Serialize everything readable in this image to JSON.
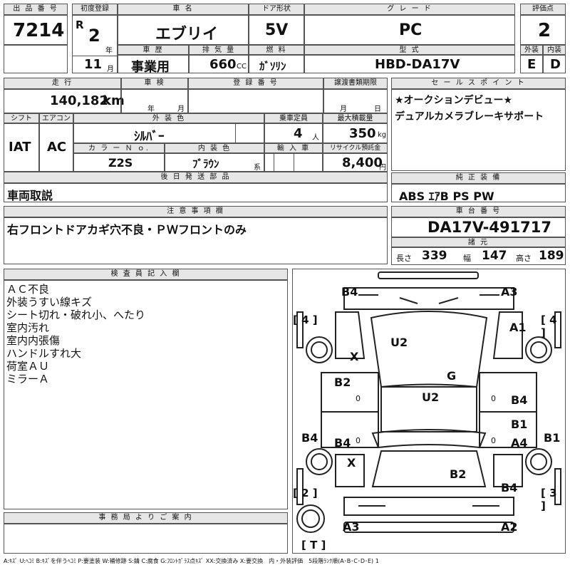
{
  "header": {
    "lot_label": "出 品 番 号",
    "lot_no": "7214",
    "first_reg_label": "初度登録",
    "era": "R",
    "year": "2",
    "year_unit": "年",
    "month": "11",
    "month_unit": "月",
    "name_label": "車 名",
    "car_name": "エブリイ",
    "door_label": "ドア形状",
    "door": "5V",
    "grade_label": "グ レ ー ド",
    "grade": "PC",
    "score_label": "評価点",
    "score": "2",
    "history_label": "車 歴",
    "history": "事業用",
    "disp_label": "排 気 量",
    "disp": "660",
    "disp_unit": "CC",
    "fuel_label": "燃 料",
    "fuel": "ｶﾞｿﾘﾝ",
    "model_label": "型 式",
    "model": "HBD-DA17V",
    "ext_label": "外装",
    "ext": "E",
    "int_label": "内装",
    "int": "D"
  },
  "row2": {
    "mileage_label": "走 行",
    "mileage": "140,182",
    "mileage_unit": "km",
    "inspection_label": "車 検",
    "insp_year_unit": "年",
    "insp_month_unit": "月",
    "reg_label": "登 録 番 号",
    "transfer_label": "譲渡書類期限",
    "transfer_month_unit": "月",
    "transfer_day_unit": "日",
    "sales_label": "セ ー ル ス ポ イ ン ト",
    "sales_points": [
      "★オークションデビュー★",
      "デュアルカメラブレーキサポート"
    ]
  },
  "row3": {
    "shift_label": "シフト",
    "shift": "IAT",
    "ac_label": "エアコン",
    "ac": "AC",
    "color_label": "外 装 色",
    "color": "ｼﾙﾊﾞｰ",
    "seats_label": "乗車定員",
    "seats": "4",
    "seats_unit": "人",
    "load_label": "最大積載量",
    "load": "350",
    "load_unit": "kg",
    "color_no_label": "カ ラ ー Ｎ ｏ.",
    "color_no": "Z2S",
    "int_color_label": "内 装 色",
    "int_color": "ﾌﾞﾗｳﾝ",
    "int_color_unit": "系",
    "import_label": "輸 入 車",
    "recycle_label": "リサイクル預託金",
    "recycle": "8,400",
    "recycle_unit": "円"
  },
  "parts": {
    "label": "後 日 発 送 部 品",
    "value": "車両取説"
  },
  "equipment": {
    "label": "純 正 装 備",
    "value": "ABS ｴｱB PS PW"
  },
  "notes": {
    "label": "注 意 事 項 欄",
    "value": "右フロントドアカギ穴不良・ＰＷフロントのみ"
  },
  "chassis": {
    "label": "車 台 番 号",
    "value": "DA17V-491717",
    "dims_label": "諸 元",
    "length_label": "長さ",
    "length": "339",
    "width_label": "幅",
    "width": "147",
    "height_label": "高さ",
    "height": "189"
  },
  "inspector": {
    "label": "検 査 員 記 入 欄",
    "lines": [
      "ＡＣ不良",
      "外装うすい線キズ",
      "シート切れ・破れ小、へたり",
      "室内汚れ",
      "室内内張傷",
      "ハンドルすれ大",
      "荷室ＡＵ",
      "ミラーＡ"
    ]
  },
  "office": {
    "label": "事 務 局 よ り ご 案 内"
  },
  "diagram": {
    "marks": [
      "B4",
      "A3",
      "A1",
      "X",
      "U2",
      "G",
      "B2",
      "U2",
      "B4",
      "B1",
      "B4",
      "B4",
      "A4",
      "B1",
      "X",
      "B2",
      "B4",
      "A3",
      "A2"
    ],
    "zero_marks": [
      "0",
      "0",
      "0",
      "0"
    ],
    "tire_labels": [
      "[ 4 ]",
      "[ 4 ]",
      "[ 2 ]",
      "[ 3 ]",
      "[ T ]"
    ]
  },
  "legend": "A:ｷｽﾞ U:ﾍｺﾐ B:ｷｽﾞを伴うﾍｺﾐ P:要塗装 W:補修跡 S:錆 C:腐食 G:ﾌﾛﾝﾄｶﾞﾗｽ点ｷｽﾞ XX:交換済み X:要交換　内・外装評価　5段階ﾗﾝｸ順(A･B･C･D･E) 1"
}
